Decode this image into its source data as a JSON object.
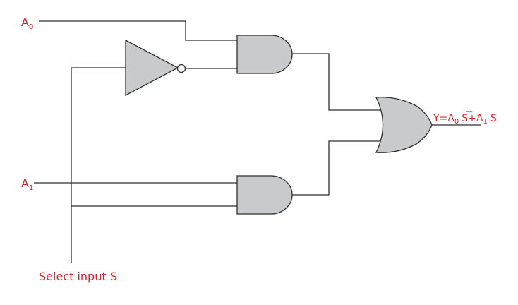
{
  "labels": {
    "a0_main": "A",
    "a0_sub": "0",
    "a1_main": "A",
    "a1_sub": "1",
    "select": "Select input S",
    "output": {
      "prefix": "Y=A",
      "sub_a0": "0",
      "s_bar": "S",
      "plus": "+A",
      "sub_a1": "1",
      "s": "S"
    }
  },
  "colors": {
    "label": "#e8202a",
    "wire": "#2f2f2f",
    "gate_fill": "#c8cacc"
  },
  "gates": [
    "not-gate",
    "and-gate-top",
    "and-gate-bottom",
    "or-gate"
  ]
}
